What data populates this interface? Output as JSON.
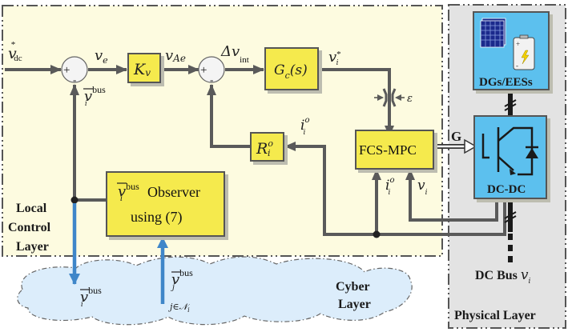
{
  "layers": {
    "local": "Local Control Layer",
    "local_lines": [
      "Local",
      "Control",
      "Layer"
    ],
    "cyber_lines": [
      "Cyber",
      "Layer"
    ],
    "physical": "Physical Layer"
  },
  "blocks": {
    "kv": {
      "main": "K",
      "sub": "v"
    },
    "gc": {
      "main": "G",
      "sub": "c",
      "arg": "(s)"
    },
    "r": {
      "main": "R",
      "sup": "o",
      "sub": "i"
    },
    "fcs": "FCS-MPC",
    "observer": {
      "var": "v",
      "sup": "bus",
      "sub": "i",
      "line1": "Observer",
      "line2": "using (7)"
    },
    "dgs": "DGs/EESs",
    "dcdc": "DC-DC"
  },
  "signals": {
    "vdc": {
      "main": "v",
      "sup": "*",
      "sub": "dc"
    },
    "ve": {
      "main": "v",
      "sub": "e"
    },
    "vae": {
      "main": "v",
      "sub": "Ae"
    },
    "dvint": {
      "main": "Δv",
      "sub": "int"
    },
    "vi_star": {
      "main": "v",
      "sup": "*",
      "sub": "i"
    },
    "vbar_bus": {
      "main": "v",
      "sup": "bus",
      "sub": "i"
    },
    "io_top": {
      "main": "i",
      "sup": "o",
      "sub": "i"
    },
    "io_bottom": {
      "main": "i",
      "sup": "o",
      "sub": "i"
    },
    "vi": {
      "main": "v",
      "sub": "i"
    },
    "epsilon": "ε",
    "G": "G",
    "vj_bus": {
      "main": "v",
      "sup": "bus",
      "sub": "j",
      "cond": "j∈𝒩",
      "cond_sub": "i"
    },
    "vi_bus_cyber": {
      "main": "v",
      "sup": "bus",
      "sub": "i"
    },
    "dcbus": {
      "text": "DC Bus",
      "var": "v",
      "sub": "i"
    }
  },
  "sum_signs": {
    "plus": "+",
    "minus": "-"
  },
  "colors": {
    "local_bg": "#fdfbe0",
    "physical_bg": "#e3e3e3",
    "cyber_bg": "#dcedfb",
    "block_yellow": "#f5ea4e",
    "block_blue": "#5bc0ee",
    "line_gray": "#5a5a5a",
    "arrow_blue": "#3f86c9"
  }
}
